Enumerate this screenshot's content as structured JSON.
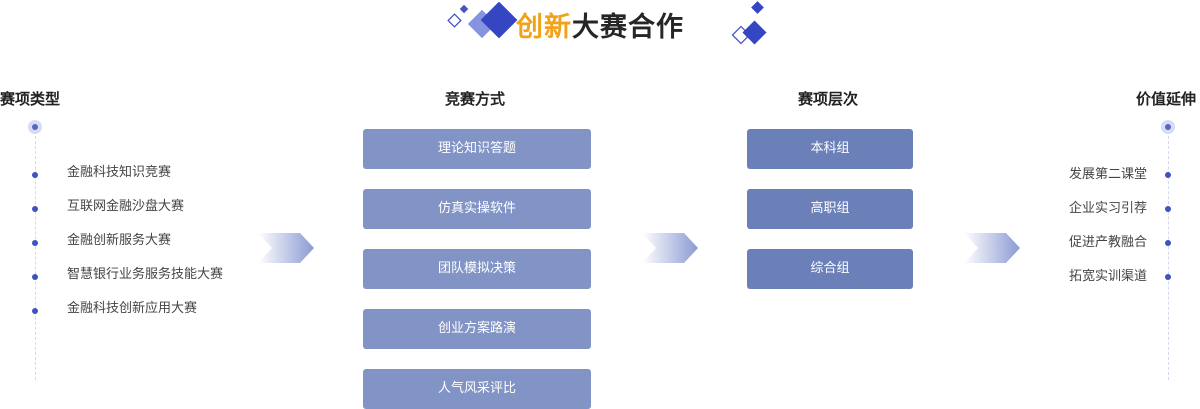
{
  "title": {
    "accent": "创新",
    "rest": "大赛合作"
  },
  "columns": {
    "types": {
      "header": "赛项类型",
      "items": [
        "金融科技知识竞赛",
        "互联网金融沙盘大赛",
        "金融创新服务大赛",
        "智慧银行业务服务技能大赛",
        "金融科技创新应用大赛"
      ]
    },
    "modes": {
      "header": "竞赛方式",
      "items": [
        "理论知识答题",
        "仿真实操软件",
        "团队模拟决策",
        "创业方案路演",
        "人气风采评比"
      ]
    },
    "levels": {
      "header": "赛项层次",
      "items": [
        "本科组",
        "高职组",
        "综合组"
      ]
    },
    "values": {
      "header": "价值延伸",
      "items": [
        "发展第二课堂",
        "企业实习引荐",
        "促进产教融合",
        "拓宽实训渠道"
      ]
    }
  },
  "colors": {
    "accent": "#f2a216",
    "mode_box": "#8294c5",
    "level_box": "#6b7fb9",
    "bullet": "#3f52bf",
    "diamond_dark": "#3446c2",
    "diamond_light": "#7f8ee0"
  },
  "icons": [
    "diamond-cluster-left-icon",
    "diamond-cluster-right-icon",
    "chevron-arrow-icon"
  ]
}
